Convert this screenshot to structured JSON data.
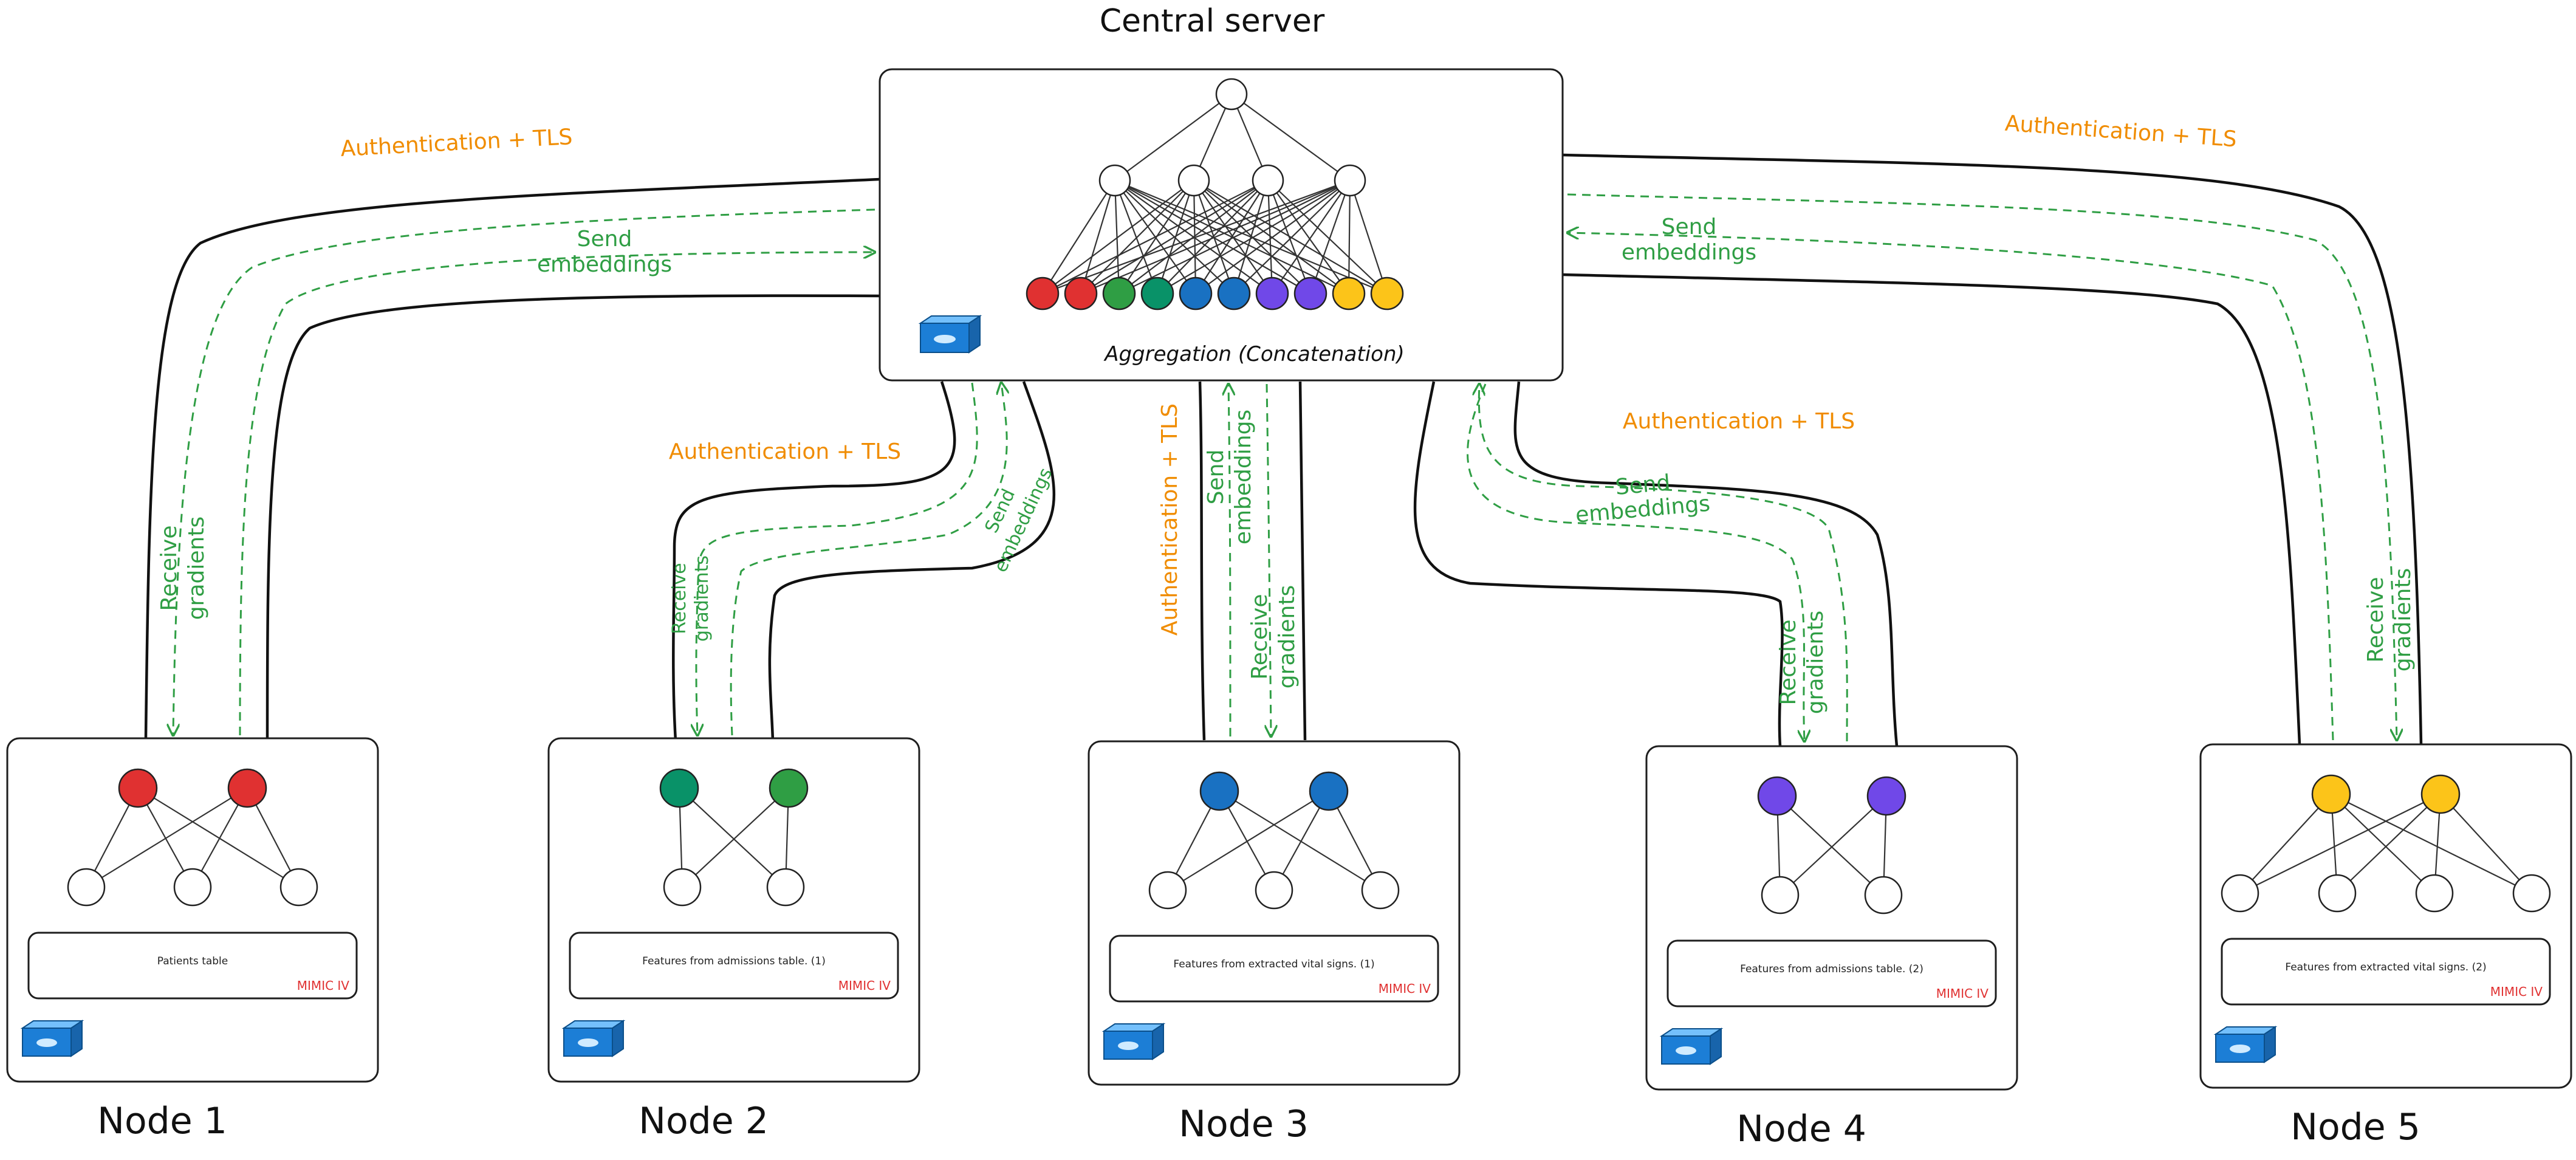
{
  "server": {
    "title": "Central server",
    "aggregation_label": "Aggregation (Concatenation)",
    "embedding_colors": [
      "#E03131",
      "#E03131",
      "#2F9E44",
      "#099268",
      "#1971C2",
      "#1971C2",
      "#7048E8",
      "#7048E8",
      "#FCC419",
      "#FCC419"
    ]
  },
  "channels": {
    "auth_label": "Authentication + TLS",
    "send_line1": "Send",
    "send_line2": "embeddings",
    "receive_line1": "Receive",
    "receive_line2": "gradients"
  },
  "nodes": [
    {
      "name": "Node 1",
      "panel_text": "Patients table",
      "source": "MIMIC IV",
      "color": "#E03131",
      "color2": "#E03131",
      "inputs": 3
    },
    {
      "name": "Node 2",
      "panel_text": "Features from admissions table. (1)",
      "source": "MIMIC IV",
      "color": "#099268",
      "color2": "#2F9E44",
      "inputs": 2
    },
    {
      "name": "Node 3",
      "panel_text": "Features from extracted vital signs. (1)",
      "source": "MIMIC IV",
      "color": "#1971C2",
      "color2": "#1971C2",
      "inputs": 3
    },
    {
      "name": "Node 4",
      "panel_text": "Features from admissions table. (2)",
      "source": "MIMIC IV",
      "color": "#7048E8",
      "color2": "#7048E8",
      "inputs": 2
    },
    {
      "name": "Node 5",
      "panel_text": "Features from extracted vital signs. (2)",
      "source": "MIMIC IV",
      "color": "#FCC419",
      "color2": "#FCC419",
      "inputs": 4
    }
  ],
  "icons": {
    "container": "docker-container-icon"
  }
}
